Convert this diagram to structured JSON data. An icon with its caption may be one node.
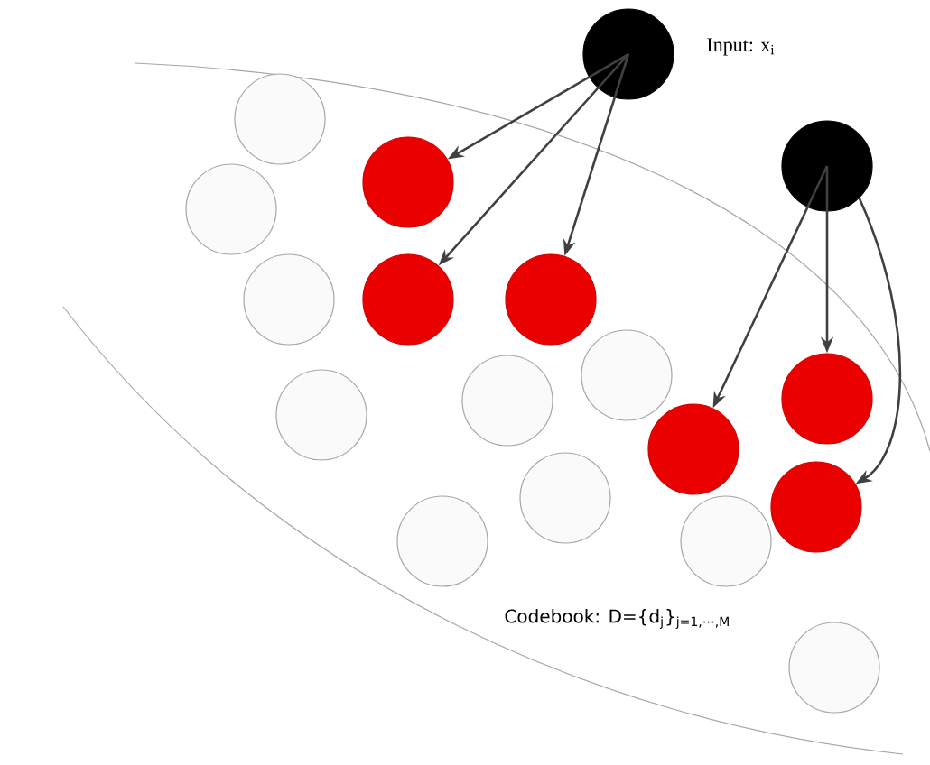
{
  "diagram": {
    "nodes": [
      {
        "text": [],
        "shape": "circle",
        "beside": [
          "Input: x$_{i}$"
        ]
      },
      {
        "text": [],
        "shape": "circle"
      },
      {
        "text": [],
        "shape": "circle"
      },
      {
        "text": [],
        "shape": "circle"
      },
      {
        "text": [],
        "shape": "circle"
      },
      {
        "text": [],
        "shape": "circle"
      },
      {
        "text": [],
        "shape": "circle"
      },
      {
        "text": [],
        "shape": "circle"
      },
      {
        "text": [],
        "shape": "circle"
      },
      {
        "text": [],
        "shape": "circle"
      },
      {
        "text": [],
        "shape": "circle"
      },
      {
        "text": [],
        "shape": "circle"
      },
      {
        "text": [],
        "shape": "circle"
      },
      {
        "text": [],
        "shape": "circle"
      },
      {
        "text": [],
        "shape": "circle"
      },
      {
        "text": [],
        "shape": "circle"
      },
      {
        "text": [],
        "shape": "circle"
      },
      {
        "text": [],
        "shape": "circle"
      }
    ],
    "edges": [
      {
        "from": 0,
        "to": 2,
        "arrow": "to"
      },
      {
        "from": 0,
        "to": 3,
        "arrow": "to"
      },
      {
        "from": 0,
        "to": 4,
        "arrow": "to"
      },
      {
        "from": 1,
        "to": 5,
        "arrow": "to"
      },
      {
        "from": 1,
        "to": 6,
        "arrow": "to"
      },
      {
        "from": 1,
        "to": 7,
        "arrow": "to"
      }
    ],
    "labels": [
      "Codebook: D={d$_{j}$}$_{j=1,⋯,M}$"
    ]
  }
}
